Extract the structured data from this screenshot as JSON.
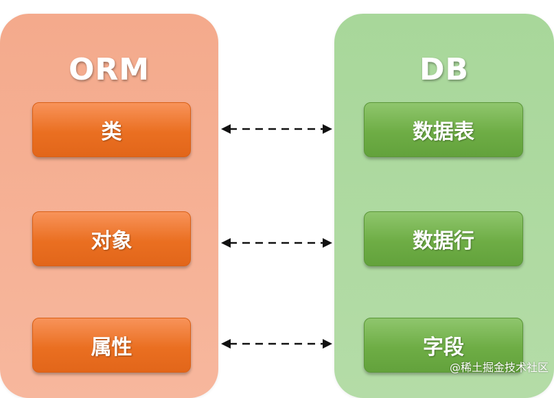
{
  "left_panel": {
    "title": "ORM",
    "items": [
      "类",
      "对象",
      "属性"
    ]
  },
  "right_panel": {
    "title": "DB",
    "items": [
      "数据表",
      "数据行",
      "字段"
    ]
  },
  "watermark": "@稀土掘金技术社区",
  "colors": {
    "left_panel_bg": "#f4aa8c",
    "left_box": "#ea6f21",
    "right_panel_bg": "#a8d79a",
    "right_box": "#6ead45",
    "arrow": "#111111"
  },
  "icons": {
    "connector": "dashed-double-arrow-icon"
  }
}
